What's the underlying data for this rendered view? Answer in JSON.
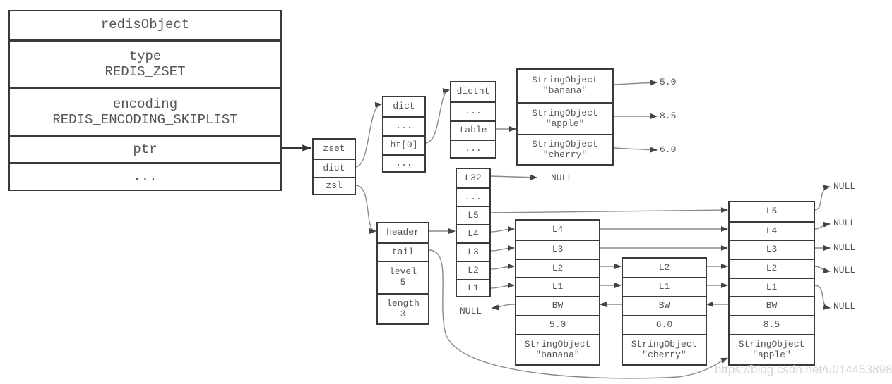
{
  "redis_object": {
    "title": "redisObject",
    "type_label": "type",
    "type_value": "REDIS_ZSET",
    "encoding_label": "encoding",
    "encoding_value": "REDIS_ENCODING_SKIPLIST",
    "ptr": "ptr",
    "more": "..."
  },
  "zset": {
    "title": "zset",
    "dict": "dict",
    "zsl": "zsl"
  },
  "dict": {
    "title": "dict",
    "row1": "...",
    "ht0": "ht[0]",
    "row3": "..."
  },
  "dictht": {
    "title": "dictht",
    "row1": "...",
    "table": "table",
    "row3": "..."
  },
  "dict_entries": [
    {
      "type": "StringObject",
      "member": "\"banana\"",
      "score": "5.0"
    },
    {
      "type": "StringObject",
      "member": "\"apple\"",
      "score": "8.5"
    },
    {
      "type": "StringObject",
      "member": "\"cherry\"",
      "score": "6.0"
    }
  ],
  "zskiplist": {
    "header": "header",
    "tail": "tail",
    "level_label": "level",
    "level_value": "5",
    "length_label": "length",
    "length_value": "3"
  },
  "header_levels": [
    "L32",
    "...",
    "L5",
    "L4",
    "L3",
    "L2",
    "L1"
  ],
  "nodes": [
    {
      "levels": [
        "L4",
        "L3",
        "L2",
        "L1"
      ],
      "backward": "BW",
      "score": "5.0",
      "obj_type": "StringObject",
      "obj_value": "\"banana\""
    },
    {
      "levels": [
        "L2",
        "L1"
      ],
      "backward": "BW",
      "score": "6.0",
      "obj_type": "StringObject",
      "obj_value": "\"cherry\""
    },
    {
      "levels": [
        "L5",
        "L4",
        "L3",
        "L2",
        "L1"
      ],
      "backward": "BW",
      "score": "8.5",
      "obj_type": "StringObject",
      "obj_value": "\"apple\""
    }
  ],
  "null_label": "NULL",
  "watermark": "https://blog.csdn.net/u014453898"
}
